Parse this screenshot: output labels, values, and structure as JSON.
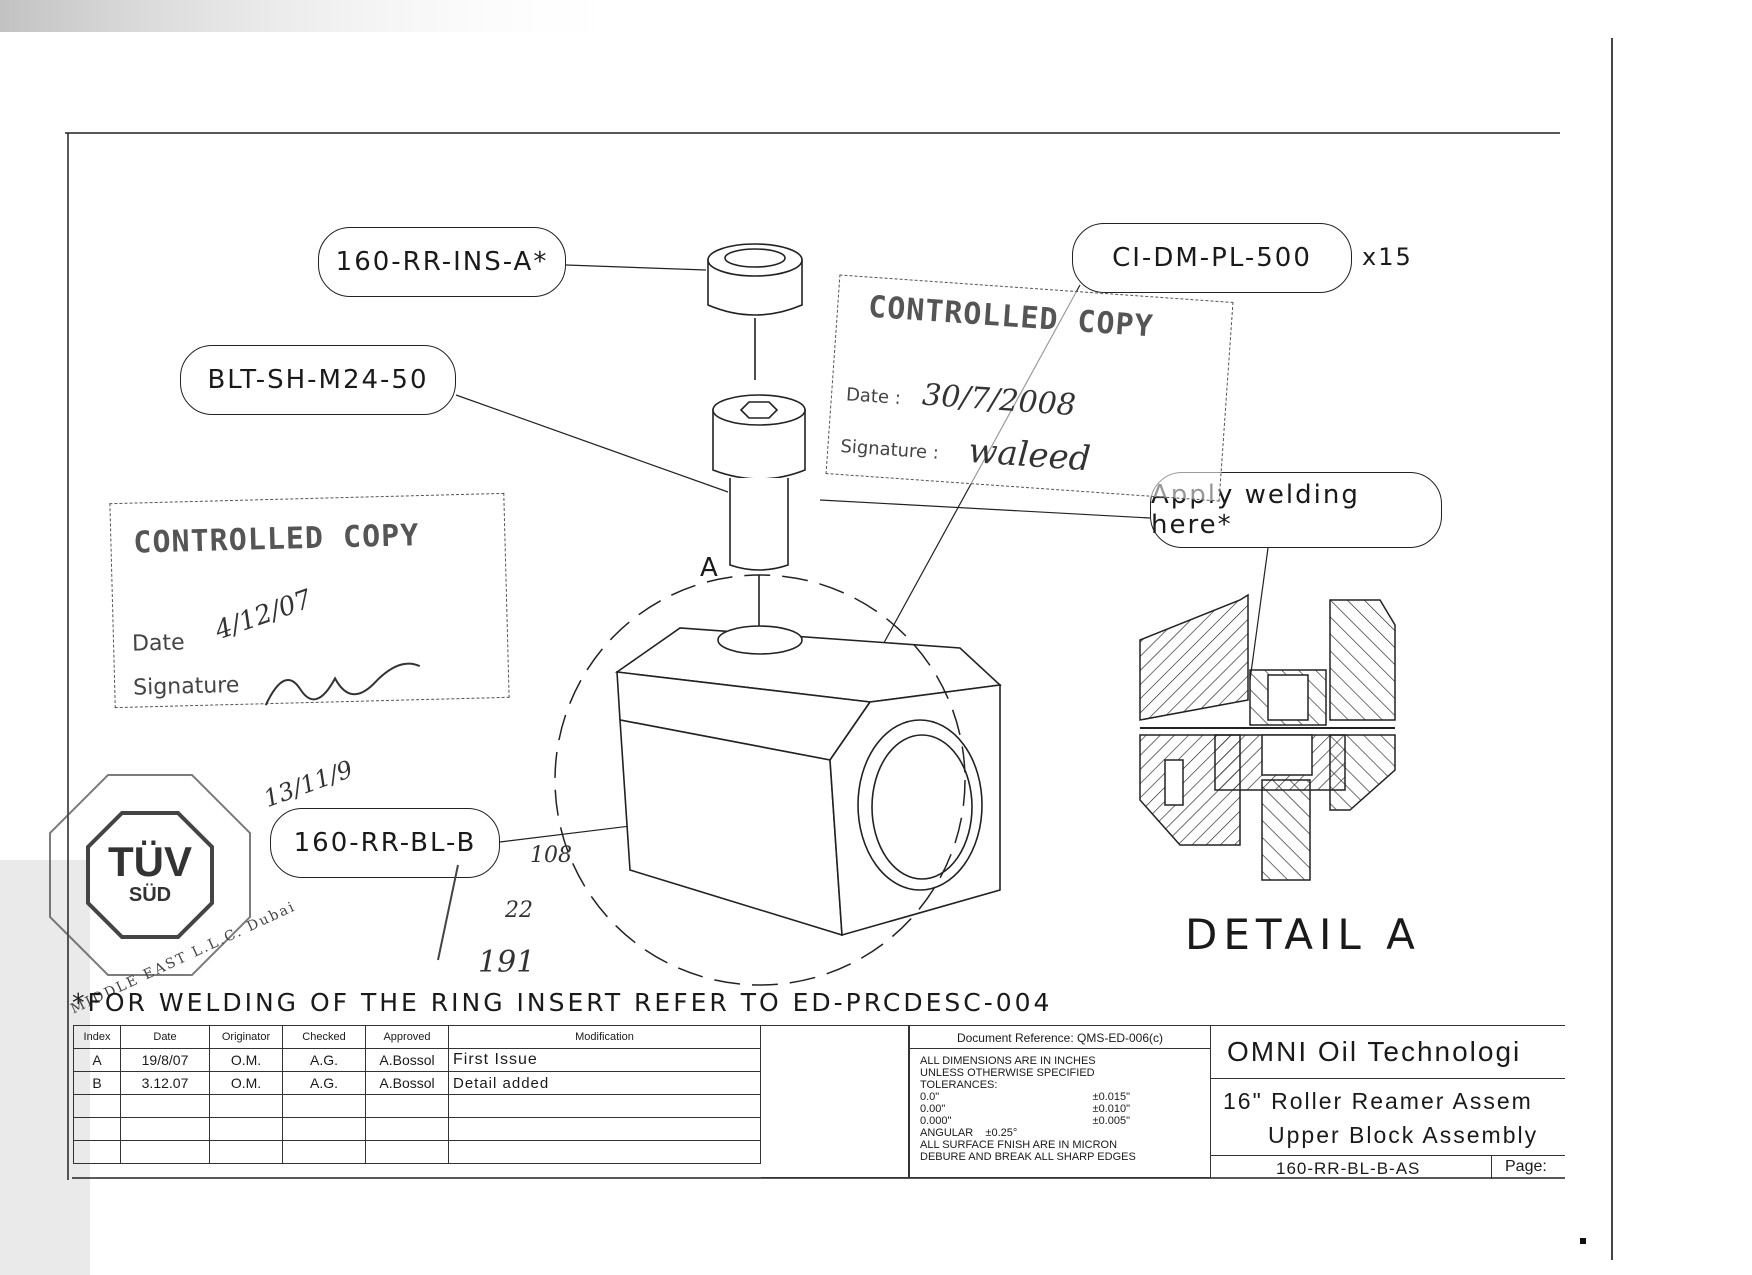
{
  "callouts": {
    "insert": "160-RR-INS-A*",
    "bolt": "BLT-SH-M24-50",
    "pin": "CI-DM-PL-500",
    "pin_qty": "x15",
    "block": "160-RR-BL-B",
    "weld": "Apply welding here*",
    "section_marker": "A"
  },
  "detail_label": "DETAIL A",
  "welding_note": "*FOR WELDING OF THE RING INSERT REFER TO ED-PRCDESC-004",
  "stamps": {
    "left": {
      "title": "CONTROLLED COPY",
      "date_label": "Date",
      "date_value": "4/12/07",
      "signature_label": "Signature"
    },
    "right": {
      "title": "CONTROLLED COPY",
      "date_label": "Date :",
      "date_value": "30/7/2008",
      "signature_label": "Signature :",
      "signature_value": "waleed"
    }
  },
  "handwritten": {
    "note1": "108",
    "note2": "22",
    "note3": "191",
    "date_mark": "13/11/9"
  },
  "seal": {
    "text_top": "TÜV",
    "text_bottom": "SÜD",
    "ring": "MIDDLE EAST L.L.C. Dubai"
  },
  "revision_table": {
    "headers": [
      "Index",
      "Date",
      "Originator",
      "Checked",
      "Approved",
      "Modification"
    ],
    "rows": [
      [
        "A",
        "19/8/07",
        "O.M.",
        "A.G.",
        "A.Bossol",
        "First Issue"
      ],
      [
        "B",
        "3.12.07",
        "O.M.",
        "A.G.",
        "A.Bossol",
        "Detail added"
      ],
      [
        "",
        "",
        "",
        "",
        "",
        ""
      ],
      [
        "",
        "",
        "",
        "",
        "",
        ""
      ],
      [
        "",
        "",
        "",
        "",
        "",
        ""
      ]
    ]
  },
  "spec_block": {
    "doc_ref": "Document Reference: QMS-ED-006(c)",
    "dims_line1": "ALL DIMENSIONS ARE IN INCHES",
    "dims_line2": "UNLESS OTHERWISE SPECIFIED",
    "tol_label": "TOLERANCES:",
    "tol_rows": [
      {
        "k": "0.0\"",
        "v": "±0.015\""
      },
      {
        "k": "0.00\"",
        "v": "±0.010\""
      },
      {
        "k": "0.000\"",
        "v": "±0.005\""
      }
    ],
    "angular_label": "ANGULAR",
    "angular_value": "±0.25°",
    "finish": "ALL SURFACE FNISH ARE IN MICRON",
    "deburr": "DEBURE AND BREAK ALL SHARP EDGES"
  },
  "title_block": {
    "company": "OMNI Oil Technologi",
    "title_line1": "16\" Roller Reamer Assem",
    "title_line2": "Upper Block Assembly",
    "part_number": "160-RR-BL-B-AS",
    "page_label": "Page:"
  }
}
